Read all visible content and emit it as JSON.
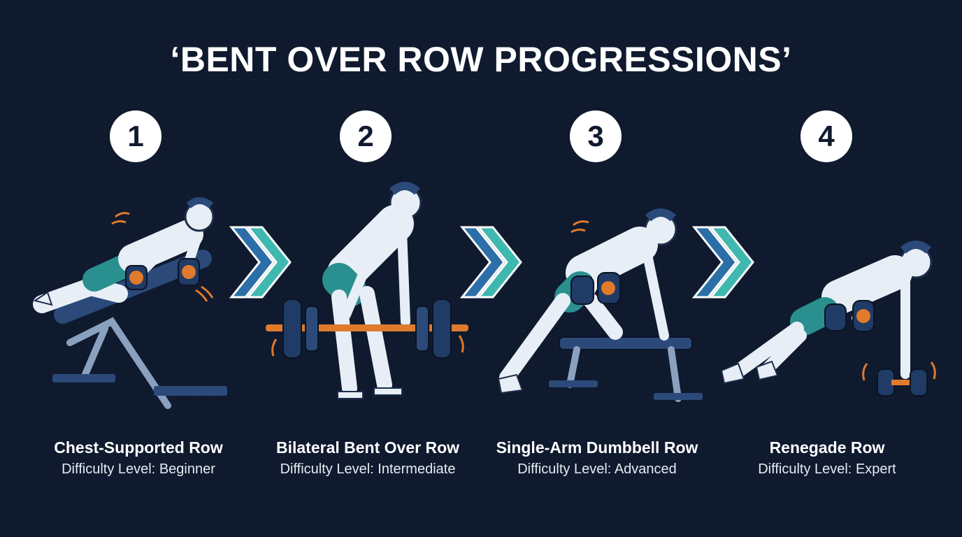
{
  "title": "‘BENT OVER ROW PROGRESSIONS’",
  "difficulty_prefix": "Difficulty Level:",
  "colors": {
    "background": "#0f1a2e",
    "arrow_dark": "#2c6fa8",
    "arrow_light": "#3fb8b0",
    "accent_orange": "#e07a2c",
    "shorts": "#2a8f8f",
    "equipment": "#2b4a7a"
  },
  "steps": [
    {
      "number": "1",
      "name": "Chest-Supported Row",
      "difficulty": "Beginner"
    },
    {
      "number": "2",
      "name": "Bilateral Bent Over Row",
      "difficulty": "Intermediate"
    },
    {
      "number": "3",
      "name": "Single-Arm Dumbbell Row",
      "difficulty": "Advanced"
    },
    {
      "number": "4",
      "name": "Renegade Row",
      "difficulty": "Expert"
    }
  ],
  "arrows": [
    {
      "icon": "double-chevron-right-icon"
    },
    {
      "icon": "double-chevron-right-icon"
    },
    {
      "icon": "double-chevron-right-icon"
    }
  ]
}
